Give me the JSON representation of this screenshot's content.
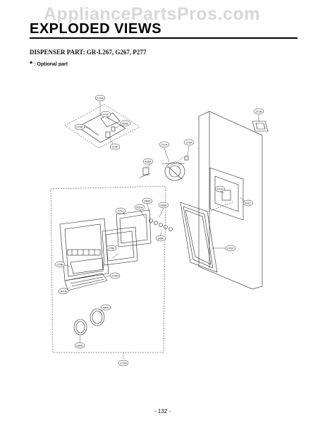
{
  "watermark": "AppliancePartsPros.com",
  "header": {
    "title": "EXPLODED VIEWS",
    "subtitle": "DISPENSER PART: GR-L267, G267, P277",
    "note_star": "*",
    "note_text": ": Optional part"
  },
  "callouts": {
    "c270a": "270A",
    "c270c": "270C",
    "c270d": "270D",
    "c600e": "600E",
    "c270f": "270F",
    "c271b": "271B",
    "c271a": "271A",
    "c270a_2": "270A",
    "c405a": "405A",
    "c501c": "501C",
    "c270g": "270G",
    "c280d": "280D",
    "c280b": "280B",
    "c501a": "501A",
    "c280f": "280F",
    "c270j": "270J",
    "c270e": "270E",
    "c270c_2": "270C",
    "c270b": "270B",
    "c270h": "270H",
    "c501a_2": "501A",
    "c280c": "280C",
    "c280d_2": "280D",
    "c270a_3": "270A"
  },
  "footer": {
    "page_number": "- 132 -"
  }
}
